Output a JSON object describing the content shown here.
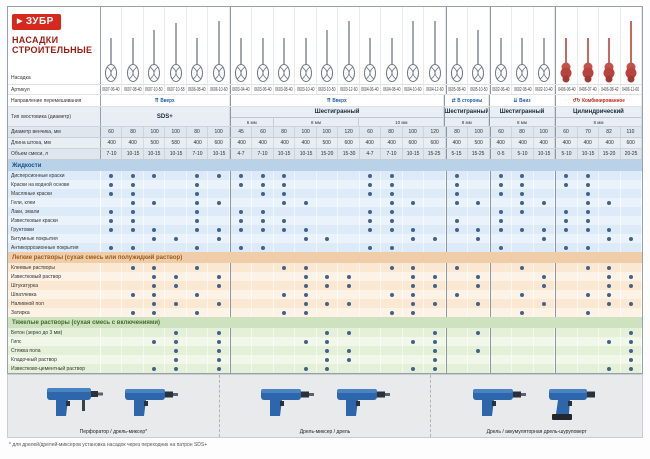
{
  "brand": {
    "name": "ЗУБР"
  },
  "title": {
    "line1": "НАСАДКИ",
    "line2": "СТРОИТЕЛЬНЫЕ"
  },
  "row_labels": {
    "nozzle": "Насадка",
    "article": "Артикул",
    "direction": "Направление перемешивания",
    "shank": "Тип хвостовика (диаметр)",
    "diameter": "Диаметр венчика, мм",
    "length": "Длина штока, мм",
    "volume": "Объем смеси, л"
  },
  "groups": [
    {
      "direction": "Вверх",
      "direction_icon": "⇈",
      "accent": "#1d5fa9",
      "red": false,
      "shank": "SDS+",
      "subs": [
        {
          "label": "",
          "span": 6
        }
      ],
      "columns": [
        {
          "article": "0607-06-40",
          "diameter": "60",
          "length": "400",
          "volume": "7-10"
        },
        {
          "article": "0607-08-40",
          "diameter": "80",
          "length": "400",
          "volume": "10-15"
        },
        {
          "article": "0607-10-50",
          "diameter": "100",
          "length": "500",
          "volume": "10-15"
        },
        {
          "article": "0607-10-58",
          "diameter": "100",
          "length": "580",
          "volume": "10-15"
        },
        {
          "article": "0606-08-40",
          "diameter": "80",
          "length": "400",
          "volume": "7-10"
        },
        {
          "article": "0606-10-60",
          "diameter": "100",
          "length": "600",
          "volume": "10-15"
        }
      ]
    },
    {
      "direction": "Вверх",
      "direction_icon": "⇈",
      "accent": "#1d5fa9",
      "red": false,
      "shank": "Шестигранный",
      "subs": [
        {
          "label": "6 мм",
          "span": 2
        },
        {
          "label": "8 мм",
          "span": 4
        },
        {
          "label": "10 мм",
          "span": 4
        }
      ],
      "columns": [
        {
          "article": "0603-04-40",
          "diameter": "45",
          "length": "400",
          "volume": "4-7"
        },
        {
          "article": "0603-06-40",
          "diameter": "60",
          "length": "400",
          "volume": "7-10"
        },
        {
          "article": "0603-08-40",
          "diameter": "80",
          "length": "400",
          "volume": "10-15"
        },
        {
          "article": "0603-10-40",
          "diameter": "100",
          "length": "400",
          "volume": "10-15"
        },
        {
          "article": "0603-10-50",
          "diameter": "100",
          "length": "500",
          "volume": "15-20"
        },
        {
          "article": "0603-12-60",
          "diameter": "120",
          "length": "600",
          "volume": "15-30"
        },
        {
          "article": "0604-06-40",
          "diameter": "60",
          "length": "400",
          "volume": "4-7"
        },
        {
          "article": "0604-08-40",
          "diameter": "80",
          "length": "400",
          "volume": "7-10"
        },
        {
          "article": "0604-10-60",
          "diameter": "100",
          "length": "600",
          "volume": "10-15"
        },
        {
          "article": "0604-12-60",
          "diameter": "120",
          "length": "600",
          "volume": "15-25"
        }
      ]
    },
    {
      "direction": "В стороны",
      "direction_icon": "⇄",
      "accent": "#1d5fa9",
      "red": false,
      "shank": "Шестигранный",
      "subs": [
        {
          "label": "8 мм",
          "span": 2
        }
      ],
      "columns": [
        {
          "article": "0605-08-40",
          "diameter": "80",
          "length": "400",
          "volume": "5-15"
        },
        {
          "article": "0605-10-50",
          "diameter": "100",
          "length": "500",
          "volume": "15-25"
        }
      ]
    },
    {
      "direction": "Вниз",
      "direction_icon": "⇊",
      "accent": "#1d5fa9",
      "red": false,
      "shank": "Шестигранный",
      "subs": [
        {
          "label": "8 мм",
          "span": 3
        }
      ],
      "columns": [
        {
          "article": "0602-06-40",
          "diameter": "60",
          "length": "400",
          "volume": "0-5"
        },
        {
          "article": "0602-08-40",
          "diameter": "80",
          "length": "400",
          "volume": "5-10"
        },
        {
          "article": "0602-10-40",
          "diameter": "100",
          "length": "400",
          "volume": "10-15"
        }
      ]
    },
    {
      "direction": "Комбинированное",
      "direction_icon": "↺↻",
      "accent": "#c4271d",
      "red": true,
      "shank": "Цилиндрический",
      "subs": [
        {
          "label": "8 мм",
          "span": 4
        }
      ],
      "columns": [
        {
          "article": "0406-06-40",
          "diameter": "60",
          "length": "400",
          "volume": "5-10"
        },
        {
          "article": "0406-07-40",
          "diameter": "70",
          "length": "400",
          "volume": "10-15"
        },
        {
          "article": "0406-08-42",
          "diameter": "82",
          "length": "400",
          "volume": "15-20"
        },
        {
          "article": "0406-11-60",
          "diameter": "110",
          "length": "600",
          "volume": "20-25"
        }
      ]
    }
  ],
  "sections": [
    {
      "title": "Жидкости",
      "theme": "blue",
      "rows": [
        {
          "label": "Дисперсионные краски",
          "dots": [
            0,
            1,
            2,
            4,
            5,
            6,
            7,
            8,
            12,
            13,
            16,
            18,
            19,
            21,
            22
          ]
        },
        {
          "label": "Краски на водной основе",
          "dots": [
            0,
            1,
            4,
            6,
            7,
            8,
            12,
            13,
            16,
            18,
            19,
            21,
            22
          ]
        },
        {
          "label": "Масляные краски",
          "dots": [
            0,
            1,
            4,
            7,
            8,
            12,
            13,
            16,
            18,
            19,
            22
          ]
        },
        {
          "label": "Гели, клеи",
          "dots": [
            1,
            2,
            4,
            5,
            8,
            9,
            13,
            14,
            16,
            17,
            19,
            20,
            22,
            23
          ]
        },
        {
          "label": "Лаки, эмали",
          "dots": [
            0,
            1,
            4,
            6,
            7,
            12,
            13,
            18,
            19,
            21,
            22
          ]
        },
        {
          "label": "Известковые краски",
          "dots": [
            0,
            1,
            4,
            6,
            7,
            8,
            12,
            13,
            16,
            18,
            21,
            22
          ]
        },
        {
          "label": "Грунтовки",
          "dots": [
            0,
            1,
            2,
            4,
            5,
            6,
            7,
            8,
            9,
            12,
            13,
            14,
            16,
            17,
            18,
            19,
            20,
            21,
            22,
            23
          ]
        },
        {
          "label": "Битумные покрытия",
          "dots": [
            2,
            3,
            5,
            9,
            10,
            14,
            15,
            17,
            20,
            23,
            24
          ]
        },
        {
          "label": "Антикоррозионные покрытия",
          "dots": [
            0,
            1,
            4,
            6,
            7,
            12,
            13,
            18,
            21,
            22
          ]
        }
      ]
    },
    {
      "title": "Легкие растворы (сухая смесь или полужидкий раствор)",
      "theme": "orange",
      "rows": [
        {
          "label": "Клеевые растворы",
          "dots": [
            1,
            2,
            4,
            8,
            9,
            13,
            14,
            16,
            19,
            22,
            23
          ]
        },
        {
          "label": "Известковый раствор",
          "dots": [
            2,
            3,
            5,
            9,
            10,
            11,
            14,
            15,
            17,
            20,
            23,
            24
          ]
        },
        {
          "label": "Штукатурка",
          "dots": [
            2,
            3,
            5,
            9,
            10,
            11,
            14,
            15,
            17,
            20,
            23,
            24
          ]
        },
        {
          "label": "Шпатлевка",
          "dots": [
            1,
            2,
            4,
            8,
            9,
            13,
            14,
            16,
            19,
            22,
            23
          ]
        },
        {
          "label": "Наливной пол",
          "dots": [
            2,
            3,
            5,
            9,
            10,
            11,
            14,
            15,
            17,
            20,
            23,
            24
          ]
        },
        {
          "label": "Затирка",
          "dots": [
            1,
            2,
            4,
            8,
            9,
            13,
            14,
            19,
            22
          ]
        }
      ]
    },
    {
      "title": "Тяжелые растворы (сухая смесь с включениями)",
      "theme": "green",
      "rows": [
        {
          "label": "Бетон (зерно до 3 мм)",
          "dots": [
            3,
            5,
            10,
            11,
            15,
            17,
            24
          ]
        },
        {
          "label": "Гипс",
          "dots": [
            2,
            3,
            5,
            9,
            10,
            14,
            15,
            23,
            24
          ]
        },
        {
          "label": "Стяжка пола",
          "dots": [
            3,
            5,
            10,
            11,
            15,
            17,
            24
          ]
        },
        {
          "label": "Кладочный раствор",
          "dots": [
            3,
            5,
            10,
            11,
            15,
            24
          ]
        },
        {
          "label": "Известково-цементный раствор",
          "dots": [
            2,
            3,
            5,
            9,
            10,
            14,
            15,
            23,
            24
          ]
        }
      ]
    }
  ],
  "footer": {
    "captions": [
      "Перфоратор / дрель-миксер*",
      "Дрель-миксер / дрель",
      "Дрель / аккумуляторная дрель-шуруповерт"
    ],
    "footnote": "* для дрелей/дрелей-миксеров установка насадок через переходник на патрон SDS+"
  }
}
